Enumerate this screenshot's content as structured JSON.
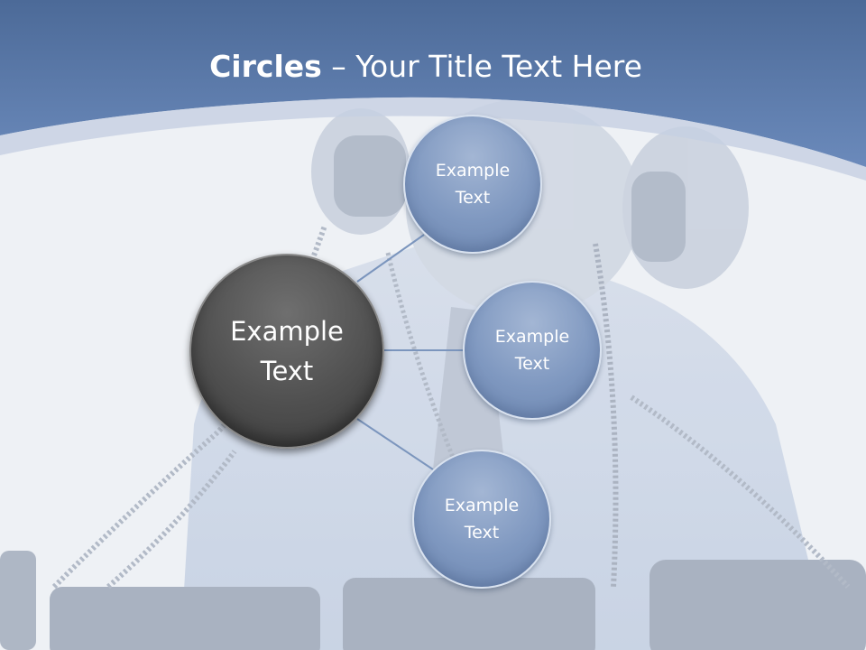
{
  "slide": {
    "title_bold": "Circles",
    "title_rest": " – Your Title Text Here"
  },
  "diagram": {
    "center": {
      "label": "Example\nText"
    },
    "nodes": [
      {
        "label": "Example\nText"
      },
      {
        "label": "Example\nText"
      },
      {
        "label": "Example\nText"
      }
    ]
  },
  "colors": {
    "header_band": "#5b7ba9",
    "center_circle": "#505050",
    "node_circle": "#7f98c0",
    "connector": "#7b95bd"
  }
}
